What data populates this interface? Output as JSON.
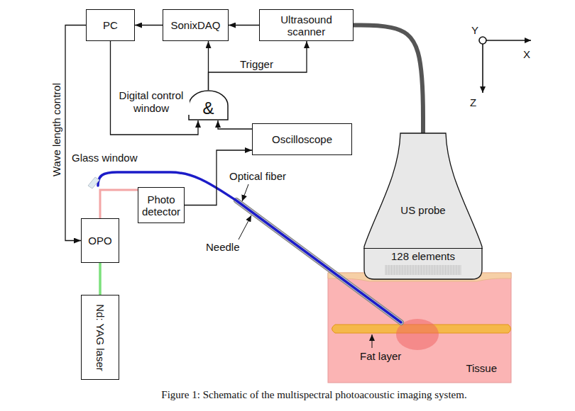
{
  "diagram": {
    "caption": "Figure 1: Schematic of the multispectral photoacoustic imaging system.",
    "nodes": [
      {
        "text": [
          "PC"
        ]
      },
      {
        "text": [
          "SonixDAQ"
        ]
      },
      {
        "text": [
          "Ultrasound scanner"
        ]
      },
      {
        "text": [
          "&"
        ]
      },
      {
        "text": [
          "Oscilloscope"
        ]
      },
      {
        "text": [
          "Photo detector"
        ]
      },
      {
        "text": [
          "OPO"
        ]
      },
      {
        "text": [
          "Nd: YAG laser"
        ]
      },
      {
        "text": [
          "US probe"
        ]
      },
      {
        "text": [
          "128 elements"
        ],
        "in": 8
      },
      {
        "text": [
          "Tissue"
        ]
      }
    ],
    "edges": [
      {
        "from": 1,
        "to": 0,
        "arrow": "to"
      },
      {
        "from": 2,
        "to": 1,
        "arrow": "to"
      },
      {
        "from": 3,
        "to": 1,
        "arrow": "to"
      },
      {
        "from": 3,
        "to": 2,
        "label": "Trigger",
        "arrow": "to"
      },
      {
        "from": 0,
        "to": 3,
        "label": "Digital control window",
        "arrow": "to"
      },
      {
        "from": 4,
        "to": 3,
        "arrow": "to"
      },
      {
        "from": 5,
        "to": 4,
        "arrow": "to"
      },
      {
        "from": 0,
        "to": 6,
        "label": "Wave length control",
        "arrow": "to"
      },
      {
        "from": 7,
        "to": 6,
        "arrow": "none"
      },
      {
        "from": 6,
        "to": 5,
        "arrow": "none"
      },
      {
        "from": 2,
        "to": 8,
        "arrow": "none"
      }
    ],
    "labels": [
      "Y",
      "X",
      "Z",
      "Glass window",
      "Optical fiber",
      "Needle",
      "Fat layer"
    ]
  }
}
